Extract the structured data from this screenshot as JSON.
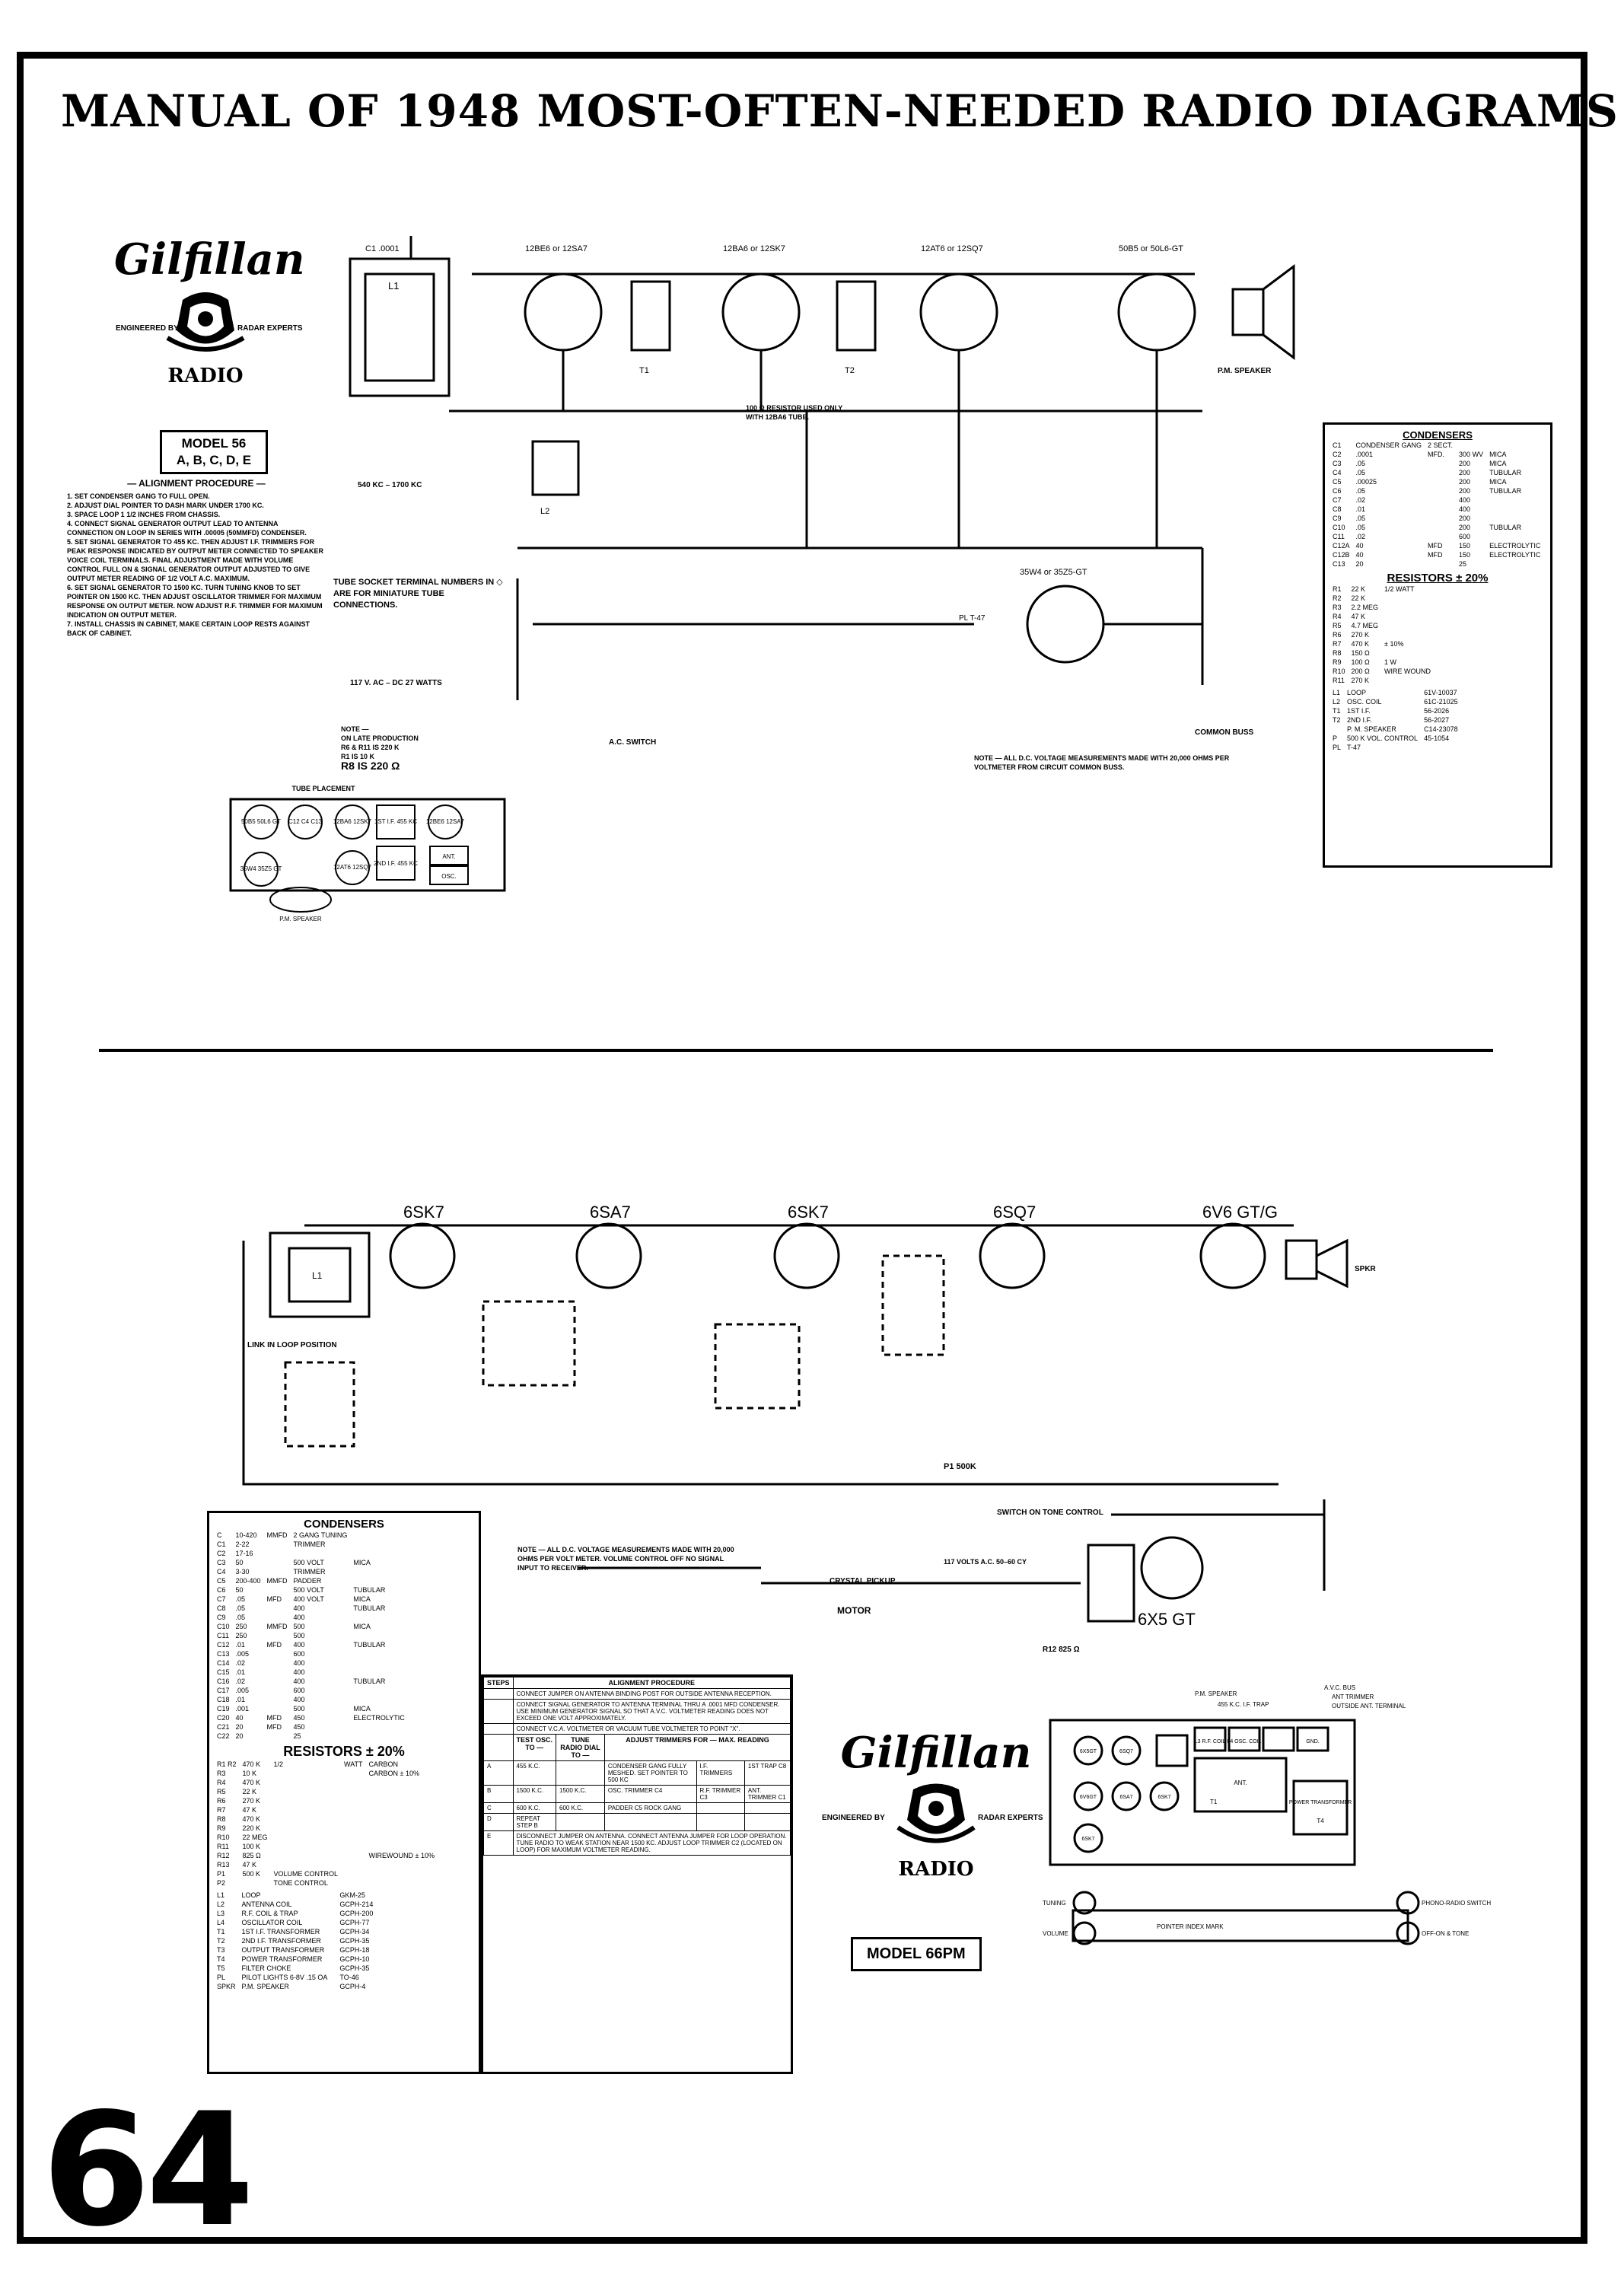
{
  "page": {
    "title": "MANUAL OF 1948 MOST-OFTEN-NEEDED RADIO DIAGRAMS",
    "page_number": "64"
  },
  "model56": {
    "brand": "Gilfillan",
    "tagline_left": "ENGINEERED BY",
    "tagline_right": "RADAR EXPERTS",
    "radio": "RADIO",
    "model_line1": "MODEL 56",
    "model_line2": "A, B, C, D, E",
    "alignment": {
      "title": "— ALIGNMENT PROCEDURE —",
      "steps": [
        "1. SET CONDENSER GANG TO FULL OPEN.",
        "2. ADJUST DIAL POINTER TO DASH MARK UNDER 1700 KC.",
        "3. SPACE LOOP 1 1/2 INCHES FROM CHASSIS.",
        "4. CONNECT SIGNAL GENERATOR OUTPUT LEAD TO ANTENNA CONNECTION ON LOOP IN SERIES WITH .00005 (50MMFD) CONDENSER.",
        "5. SET SIGNAL GENERATOR TO 455 KC. THEN ADJUST I.F. TRIMMERS FOR PEAK RESPONSE INDICATED BY OUTPUT METER CONNECTED TO SPEAKER VOICE COIL TERMINALS. FINAL ADJUSTMENT MADE WITH VOLUME CONTROL FULL ON & SIGNAL GENERATOR OUTPUT ADJUSTED TO GIVE OUTPUT METER READING OF 1/2 VOLT A.C. MAXIMUM.",
        "6. SET SIGNAL GENERATOR TO 1500 KC. TURN TUNING KNOB TO SET POINTER ON 1500 KC. THEN ADJUST OSCILLATOR TRIMMER FOR MAXIMUM RESPONSE ON OUTPUT METER. NOW ADJUST R.F. TRIMMER FOR MAXIMUM INDICATION ON OUTPUT METER.",
        "7. INSTALL CHASSIS IN CABINET, MAKE CERTAIN LOOP RESTS AGAINST BACK OF CABINET."
      ]
    },
    "tube_socket_note": "TUBE SOCKET TERMINAL NUMBERS IN ◇ ARE FOR MINIATURE TUBE CONNECTIONS.",
    "production_note": {
      "label": "NOTE —",
      "lines": [
        "ON LATE PRODUCTION",
        "R6 & R11 IS 220 K",
        "R1 IS 10 K",
        "R8 IS 220 Ω"
      ]
    },
    "dc_note": "NOTE — ALL D.C. VOLTAGE MEASUREMENTS MADE WITH 20,000 OHMS PER VOLTMETER FROM CIRCUIT COMMON BUSS.",
    "tube_placement": {
      "title": "TUBE PLACEMENT",
      "tubes": [
        "50B5 50L6 GT",
        "C12 C4 C13",
        "12BA6 12SK7",
        "1ST I.F. 455 KC",
        "12BE6 12SA7",
        "35W4 35Z5 GT",
        "12AT6 12SQ7",
        "2ND I.F. 455 KC",
        "ANT.",
        "OSC."
      ],
      "speaker": "P.M. SPEAKER"
    },
    "schematic_labels": {
      "tube_v1": "12BE6 or 12SA7",
      "tube_v2": "12BA6 or 12SK7",
      "tube_v3": "12AT6 or 12SQ7",
      "tube_v4": "50B5 or 50L6-GT",
      "rectifier": "35W4 or 35Z5-GT",
      "pilot": "PL T-47",
      "resistor_note": "100 Ω RESISTOR USED ONLY WITH 12BA6 TUBE.",
      "range": "540 KC – 1700 KC",
      "power": "117 V. AC – DC 27 WATTS",
      "switch": "A.C. SWITCH",
      "speaker": "P.M. SPEAKER",
      "common": "COMMON BUSS",
      "loop": "L1",
      "osc": "L2",
      "cap_c1": "C1 .0001",
      "t1": "T1",
      "t2": "T2"
    },
    "condensers": {
      "title": "CONDENSERS",
      "rows": [
        [
          "C1",
          "CONDENSER GANG",
          "2 SECT.",
          ""
        ],
        [
          "C2",
          ".0001",
          "MFD.",
          "300 WV",
          "MICA"
        ],
        [
          "C3",
          ".05",
          "",
          "200",
          "MICA"
        ],
        [
          "C4",
          ".05",
          "",
          "200",
          "TUBULAR"
        ],
        [
          "C5",
          ".00025",
          "",
          "200",
          "MICA"
        ],
        [
          "C6",
          ".05",
          "",
          "200",
          "TUBULAR"
        ],
        [
          "C7",
          ".02",
          "",
          "400",
          ""
        ],
        [
          "C8",
          ".01",
          "",
          "400",
          ""
        ],
        [
          "C9",
          ".05",
          "",
          "200",
          ""
        ],
        [
          "C10",
          ".05",
          "",
          "200",
          "TUBULAR"
        ],
        [
          "C11",
          ".02",
          "",
          "600",
          ""
        ],
        [
          "C12A",
          "40",
          "MFD",
          "150",
          "ELECTROLYTIC"
        ],
        [
          "C12B",
          "40",
          "MFD",
          "150",
          "ELECTROLYTIC"
        ],
        [
          "C13",
          "20",
          "",
          "25",
          ""
        ]
      ]
    },
    "resistors": {
      "title": "RESISTORS ± 20%",
      "rows": [
        [
          "R1",
          "22 K",
          "1/2 WATT"
        ],
        [
          "R2",
          "22 K",
          ""
        ],
        [
          "R3",
          "2.2 MEG",
          ""
        ],
        [
          "R4",
          "47 K",
          ""
        ],
        [
          "R5",
          "4.7 MEG",
          ""
        ],
        [
          "R6",
          "270 K",
          ""
        ],
        [
          "R7",
          "470 K",
          "± 10%"
        ],
        [
          "R8",
          "150 Ω",
          ""
        ],
        [
          "R9",
          "100 Ω",
          "1 W"
        ],
        [
          "R10",
          "200 Ω",
          "WIRE WOUND"
        ],
        [
          "R11",
          "270 K",
          ""
        ]
      ],
      "extra": [
        [
          "L1",
          "LOOP",
          "61V-10037"
        ],
        [
          "L2",
          "OSC. COIL",
          "61C-21025"
        ],
        [
          "T1",
          "1ST I.F.",
          "56-2026"
        ],
        [
          "T2",
          "2ND I.F.",
          "56-2027"
        ],
        [
          "",
          "P. M. SPEAKER",
          "C14-23078"
        ],
        [
          "P",
          "500 K VOL. CONTROL",
          "45-1054"
        ],
        [
          "PL",
          "T-47",
          ""
        ]
      ]
    }
  },
  "model66": {
    "brand": "Gilfillan",
    "tagline_left": "ENGINEERED BY",
    "tagline_right": "RADAR EXPERTS",
    "radio": "RADIO",
    "model": "MODEL 66PM",
    "schematic_labels": {
      "tube_v1": "6SK7",
      "tube_v2": "6SA7",
      "tube_v3": "6SK7",
      "tube_v4": "6SQ7",
      "tube_v5": "6V6 GT/G",
      "rectifier": "6X5 GT",
      "link": "LINK IN LOOP POSITION",
      "loop": "L1",
      "motor": "MOTOR",
      "pickup": "CRYSTAL PICKUP",
      "switch": "SWITCH ON TONE CONTROL",
      "speaker": "SPKR",
      "p1": "P1 500K",
      "r12": "R12 825 Ω",
      "volts": "117 VOLTS A.C. 50–60 CY"
    },
    "note": "NOTE — ALL D.C. VOLTAGE MEASUREMENTS MADE WITH 20,000 OHMS PER VOLT METER. VOLUME CONTROL OFF NO SIGNAL INPUT TO RECEIVER.",
    "condensers": {
      "title": "CONDENSERS",
      "rows": [
        [
          "C",
          "10-420",
          "MMFD",
          "2 GANG TUNING",
          ""
        ],
        [
          "C1",
          "2-22",
          "",
          "TRIMMER",
          ""
        ],
        [
          "C2",
          "17-16",
          "",
          "",
          ""
        ],
        [
          "C3",
          "50",
          "",
          "500 VOLT",
          "MICA"
        ],
        [
          "C4",
          "3-30",
          "",
          "TRIMMER",
          ""
        ],
        [
          "C5",
          "200-400",
          "MMFD",
          "PADDER",
          ""
        ],
        [
          "C6",
          "50",
          "",
          "500 VOLT",
          "TUBULAR"
        ],
        [
          "C7",
          ".05",
          "MFD",
          "400 VOLT",
          "MICA"
        ],
        [
          "C8",
          ".05",
          "",
          "400",
          "TUBULAR"
        ],
        [
          "C9",
          ".05",
          "",
          "400",
          ""
        ],
        [
          "C10",
          "250",
          "MMFD",
          "500",
          "MICA"
        ],
        [
          "C11",
          "250",
          "",
          "500",
          ""
        ],
        [
          "C12",
          ".01",
          "MFD",
          "400",
          "TUBULAR"
        ],
        [
          "C13",
          ".005",
          "",
          "600",
          ""
        ],
        [
          "C14",
          ".02",
          "",
          "400",
          ""
        ],
        [
          "C15",
          ".01",
          "",
          "400",
          ""
        ],
        [
          "C16",
          ".02",
          "",
          "400",
          "TUBULAR"
        ],
        [
          "C17",
          ".005",
          "",
          "600",
          ""
        ],
        [
          "C18",
          ".01",
          "",
          "400",
          ""
        ],
        [
          "C19",
          ".001",
          "",
          "500",
          "MICA"
        ],
        [
          "C20",
          "40",
          "MFD",
          "450",
          "ELECTROLYTIC"
        ],
        [
          "C21",
          "20",
          "MFD",
          "450",
          ""
        ],
        [
          "C22",
          "20",
          "",
          "25",
          ""
        ]
      ]
    },
    "resistors": {
      "title": "RESISTORS ± 20%",
      "rows": [
        [
          "R1 R2",
          "470 K",
          "1/2",
          "WATT",
          "CARBON"
        ],
        [
          "R3",
          "10 K",
          "",
          "",
          "CARBON ± 10%"
        ],
        [
          "R4",
          "470 K",
          "",
          "",
          ""
        ],
        [
          "R5",
          "22 K",
          "",
          "",
          ""
        ],
        [
          "R6",
          "270 K",
          "",
          "",
          ""
        ],
        [
          "R7",
          "47 K",
          "",
          "",
          ""
        ],
        [
          "R8",
          "470 K",
          "",
          "",
          ""
        ],
        [
          "R9",
          "220 K",
          "",
          "",
          ""
        ],
        [
          "R10",
          "22 MEG",
          "",
          "",
          ""
        ],
        [
          "R11",
          "100 K",
          "",
          "",
          ""
        ],
        [
          "R12",
          "825 Ω",
          "",
          "",
          "WIREWOUND ± 10%"
        ],
        [
          "R13",
          "47 K",
          "",
          "",
          ""
        ],
        [
          "P1",
          "500 K",
          "VOLUME CONTROL",
          "",
          ""
        ],
        [
          "P2",
          "",
          "TONE CONTROL",
          "",
          ""
        ]
      ],
      "extra": [
        [
          "L1",
          "LOOP",
          "",
          "GKM-25"
        ],
        [
          "L2",
          "ANTENNA COIL",
          "",
          "GCPH-214"
        ],
        [
          "L3",
          "R.F. COIL & TRAP",
          "",
          "GCPH-200"
        ],
        [
          "L4",
          "OSCILLATOR COIL",
          "",
          "GCPH-77"
        ],
        [
          "T1",
          "1ST I.F. TRANSFORMER",
          "",
          "GCPH-34"
        ],
        [
          "T2",
          "2ND I.F. TRANSFORMER",
          "",
          "GCPH-35"
        ],
        [
          "T3",
          "OUTPUT TRANSFORMER",
          "",
          "GCPH-18"
        ],
        [
          "T4",
          "POWER TRANSFORMER",
          "",
          "GCPH-10"
        ],
        [
          "T5",
          "FILTER CHOKE",
          "",
          "GCPH-35"
        ],
        [
          "PL",
          "PILOT LIGHTS 6-8V .15 OA",
          "",
          "TO-46"
        ],
        [
          "SPKR",
          "P.M. SPEAKER",
          "",
          "GCPH-4"
        ]
      ]
    },
    "alignment": {
      "title": "ALIGNMENT PROCEDURE",
      "steps_label": "STEPS",
      "intro": [
        "CONNECT JUMPER ON ANTENNA BINDING POST FOR OUTSIDE ANTENNA RECEPTION.",
        "CONNECT SIGNAL GENERATOR TO ANTENNA TERMINAL THRU A .0001 MFD CONDENSER. USE MINIMUM GENERATOR SIGNAL SO THAT A.V.C. VOLTMETER READING DOES NOT EXCEED ONE VOLT APPROXIMATELY.",
        "CONNECT V.C.A. VOLTMETER OR VACUUM TUBE VOLTMETER TO POINT \"X\"."
      ],
      "headers": [
        "TEST OSC. TO —",
        "TUNE RADIO DIAL TO —",
        "ADJUST TRIMMERS FOR — MAX. READING"
      ],
      "rows": [
        [
          "A",
          "455 K.C.",
          "",
          "CONDENSER GANG FULLY MESHED. SET POINTER TO 500 KC",
          "I.F. TRIMMERS",
          "1ST TRAP C8"
        ],
        [
          "B",
          "1500 K.C.",
          "1500 K.C.",
          "OSC. TRIMMER C4",
          "R.F. TRIMMER C3",
          "ANT. TRIMMER C1"
        ],
        [
          "C",
          "600 K.C.",
          "600 K.C.",
          "PADDER C5 ROCK GANG",
          "",
          ""
        ],
        [
          "D",
          "REPEAT STEP B",
          "",
          "",
          "",
          ""
        ],
        [
          "E",
          "DISCONNECT JUMPER ON ANTENNA. CONNECT ANTENNA JUMPER FOR LOOP OPERATION. TUNE RADIO TO WEAK STATION NEAR 1500 KC. ADJUST LOOP TRIMMER C2 (LOCATED ON LOOP) FOR MAXIMUM VOLTMETER READING.",
          "",
          "",
          "",
          ""
        ]
      ]
    },
    "chassis": {
      "labels": [
        "P.M. SPEAKER",
        "455 K.C. I.F. TRAP",
        "A.V.C. BUS",
        "ANT TRIMMER",
        "OUTSIDE ANT. TERMINAL",
        "6X5GT",
        "6SQ7",
        "L3 R.F. COIL",
        "L4 OSC. COIL",
        "GND.",
        "6V6GT",
        "6SA7",
        "6SK7",
        "6SK7",
        "ANT.",
        "POWER TRANSFORMER",
        "T1",
        "T4",
        "TUNING",
        "VOLUME",
        "PHONO-RADIO SWITCH",
        "POINTER INDEX MARK",
        "OFF-ON & TONE"
      ]
    }
  }
}
